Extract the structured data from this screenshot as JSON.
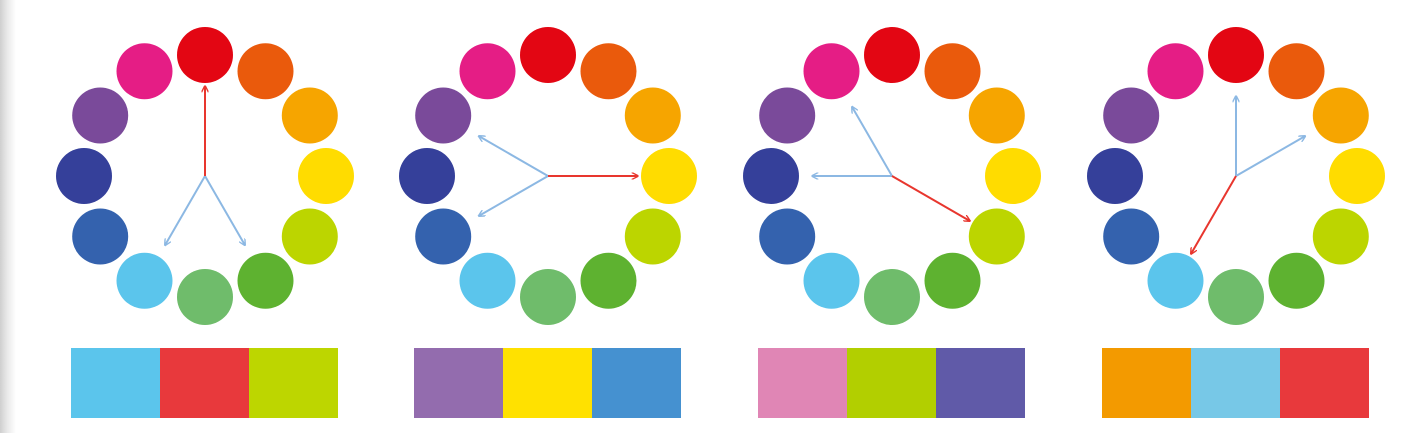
{
  "wheel_colors": [
    {
      "name": "red",
      "hex": "#E30613"
    },
    {
      "name": "red-orange",
      "hex": "#EA5A0C"
    },
    {
      "name": "orange",
      "hex": "#F6A500"
    },
    {
      "name": "yellow",
      "hex": "#FFDC00"
    },
    {
      "name": "yellow-green",
      "hex": "#BCD500"
    },
    {
      "name": "green",
      "hex": "#5EB230"
    },
    {
      "name": "light-green",
      "hex": "#6FBC6B"
    },
    {
      "name": "sky-blue",
      "hex": "#5BC5EC"
    },
    {
      "name": "blue",
      "hex": "#3462AE"
    },
    {
      "name": "navy",
      "hex": "#35409A"
    },
    {
      "name": "purple",
      "hex": "#7A4A9A"
    },
    {
      "name": "magenta",
      "hex": "#E51D85"
    }
  ],
  "arrow_colors": {
    "primary": "#E8362E",
    "secondary": "#8CB8E3"
  },
  "panels": [
    {
      "id": "scheme-1",
      "primary_target": "red",
      "secondary_targets": [
        "sky-blue",
        "green"
      ],
      "swatches": [
        "#5BC5EC",
        "#E8393C",
        "#BDD600"
      ]
    },
    {
      "id": "scheme-2",
      "primary_target": "yellow",
      "secondary_targets": [
        "purple",
        "blue"
      ],
      "swatches": [
        "#936CAE",
        "#FFE100",
        "#4591D0"
      ]
    },
    {
      "id": "scheme-3",
      "primary_target": "yellow-green",
      "secondary_targets": [
        "magenta",
        "navy"
      ],
      "swatches": [
        "#E086B5",
        "#B2CF00",
        "#605AA8"
      ]
    },
    {
      "id": "scheme-4",
      "primary_target": "sky-blue",
      "secondary_targets": [
        "red",
        "orange"
      ],
      "swatches": [
        "#F39A00",
        "#77C8E7",
        "#E8393C"
      ]
    }
  ]
}
